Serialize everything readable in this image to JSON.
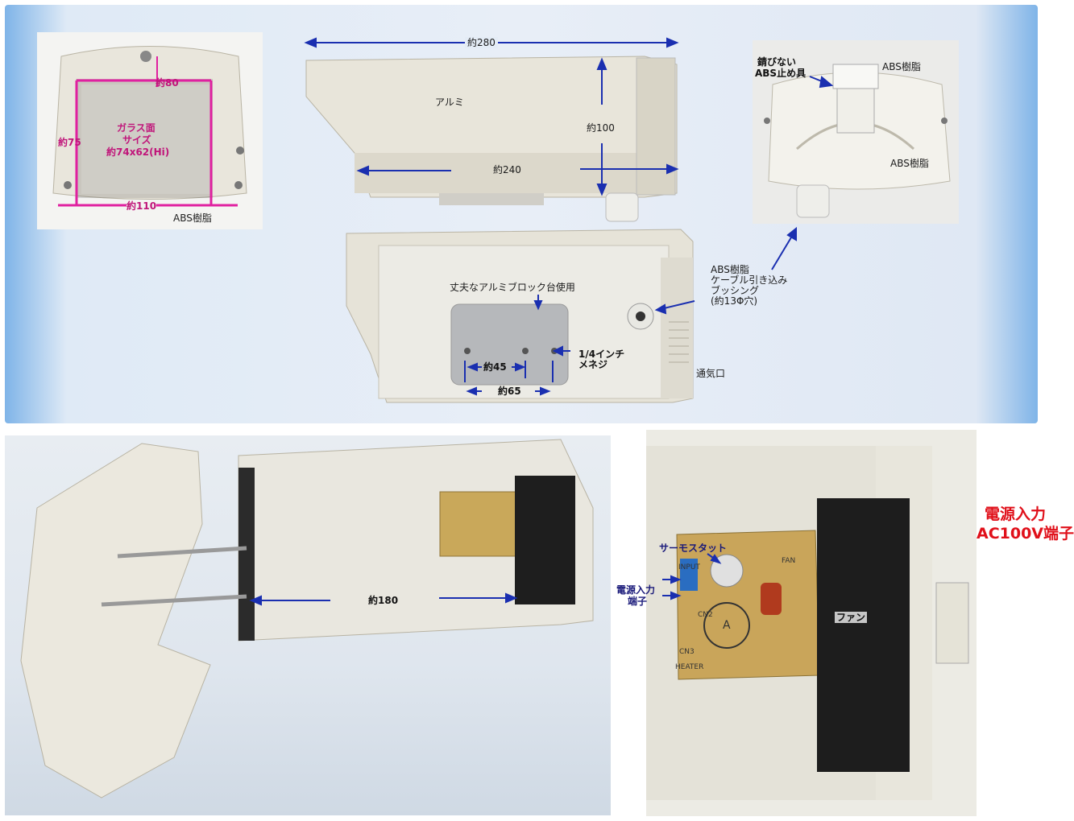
{
  "colors": {
    "accent": "#1a2fb0",
    "pink": "#e020a0",
    "red": "#e0101a",
    "frame": "#7fb4e8"
  },
  "front_view": {
    "width_label": "約80",
    "glass_label_line1": "ガラス面",
    "glass_label_line2": "サイズ",
    "glass_label_line3": "約74x62(Hi)",
    "height_label": "約75",
    "outer_width_label": "約110",
    "material_label": "ABS樹脂"
  },
  "side_view": {
    "length_label": "約280",
    "material_label": "アルミ",
    "height_label": "約100",
    "inner_length_label": "約240"
  },
  "back_view": {
    "clip_label_line1": "錆びない",
    "clip_label_line2": "ABS止め具",
    "top_material": "ABS樹脂",
    "bottom_material": "ABS樹脂"
  },
  "bushing": {
    "line1": "ABS樹脂",
    "line2": "ケーブル引き込み",
    "line3": "ブッシング",
    "line4": "(約13Φ穴)"
  },
  "bottom_view": {
    "block_label": "丈夫なアルミブロック台使用",
    "screw_label_line1": "1/4インチ",
    "screw_label_line2": "メネジ",
    "spacing_inner": "約45",
    "spacing_outer": "約65",
    "vent_label": "通気口"
  },
  "interior_view": {
    "length_label": "約180"
  },
  "pcb_view": {
    "thermostat_label": "サーモスタット",
    "power_label_line1": "電源入力",
    "power_label_line2": "端子",
    "fan_label": "ファン",
    "pcb_input": "INPUT",
    "pcb_heater": "HEATER",
    "pcb_fan": "FAN",
    "pcb_cn2": "CN2",
    "pcb_cn3": "CN3",
    "pcb_a": "A"
  },
  "callout": {
    "line1": "電源入力",
    "line2": "AC100V端子"
  }
}
